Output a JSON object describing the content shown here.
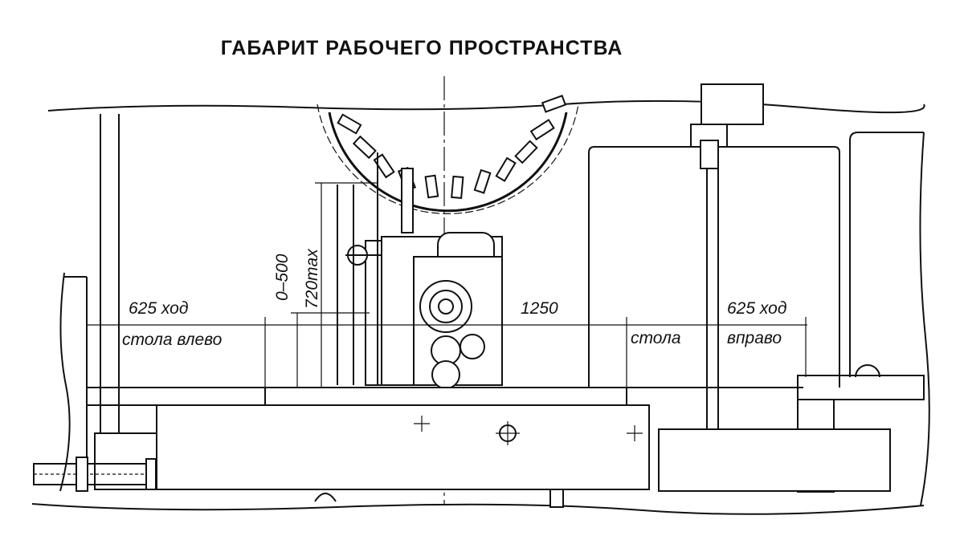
{
  "title": "ГАБАРИТ РАБОЧЕГО ПРОСТРАНСТВА",
  "dimensions": {
    "left_travel": "625 ход",
    "left_travel_desc": "стола влево",
    "vertical_range": "0–500",
    "vertical_max": "720max",
    "table_length": "1250",
    "right_travel_desc_1": "стола",
    "right_travel": "625 ход",
    "right_travel_desc_2": "вправо"
  }
}
